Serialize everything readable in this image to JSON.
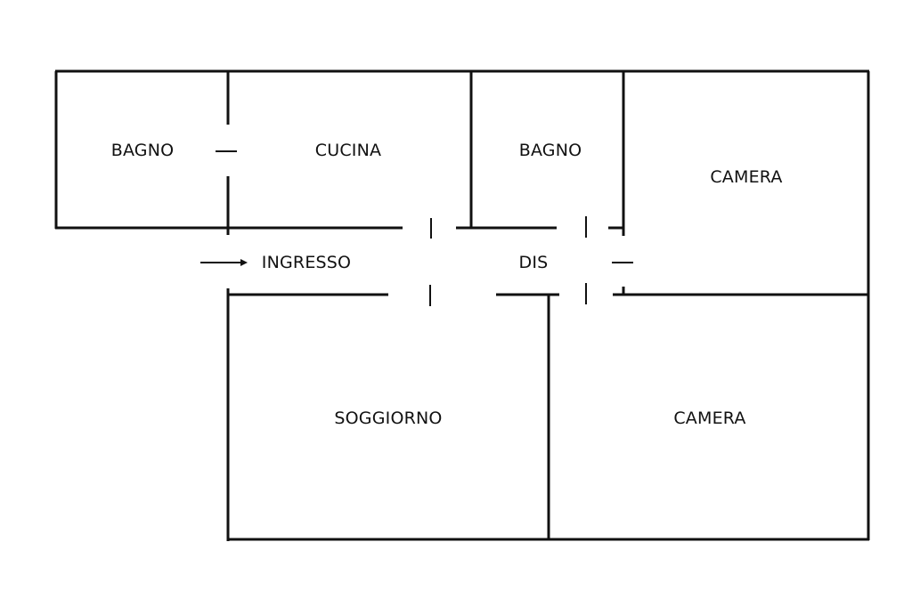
{
  "floor_plan": {
    "line_color": "#111111",
    "background": "#ffffff",
    "rooms": {
      "bagno_left": "BAGNO",
      "cucina": "CUCINA",
      "bagno_right": "BAGNO",
      "camera_top": "CAMERA",
      "ingresso": "INGRESSO",
      "dis": "DIS",
      "soggiorno": "SOGGIORNO",
      "camera_bottom": "CAMERA"
    },
    "entrance_marker": "arrow-right-icon"
  }
}
